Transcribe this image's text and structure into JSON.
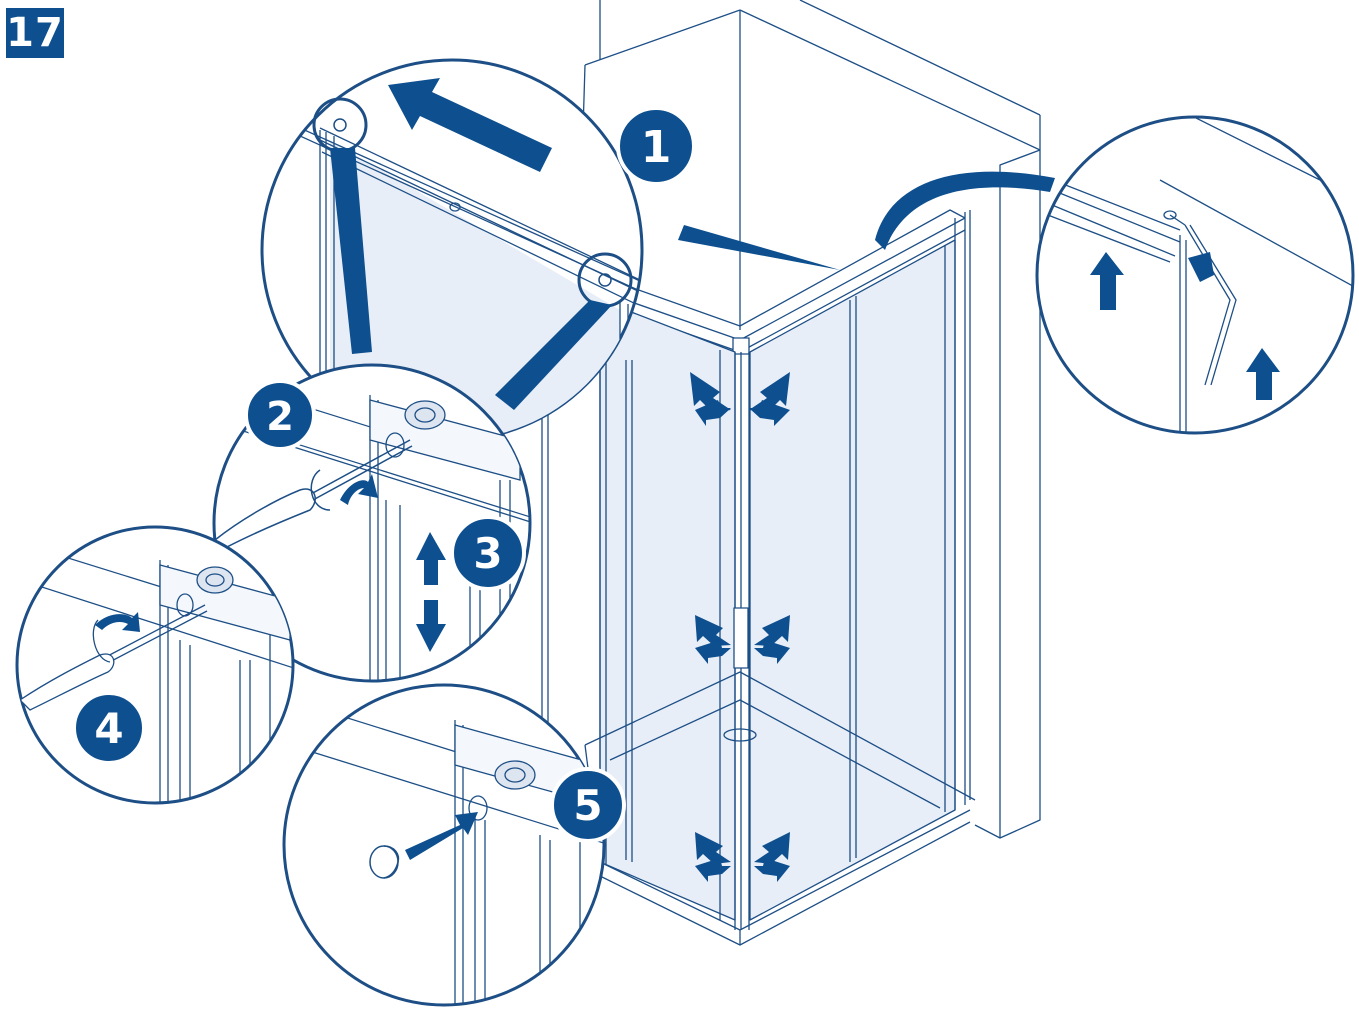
{
  "step": {
    "number": "17"
  },
  "colors": {
    "accent": "#0d4f8f",
    "line": "#1d4f86",
    "glass": "#e8eef7",
    "white": "#ffffff"
  },
  "callouts": [
    {
      "label": "1"
    },
    {
      "label": "2"
    },
    {
      "label": "3"
    },
    {
      "label": "4"
    },
    {
      "label": "5"
    }
  ],
  "icons": {
    "arrows": "arrow-icon",
    "screwdriver": "screwdriver-icon",
    "hex_key": "hex-key-icon",
    "roller": "roller-wheel-icon",
    "cap": "cover-cap-icon"
  }
}
